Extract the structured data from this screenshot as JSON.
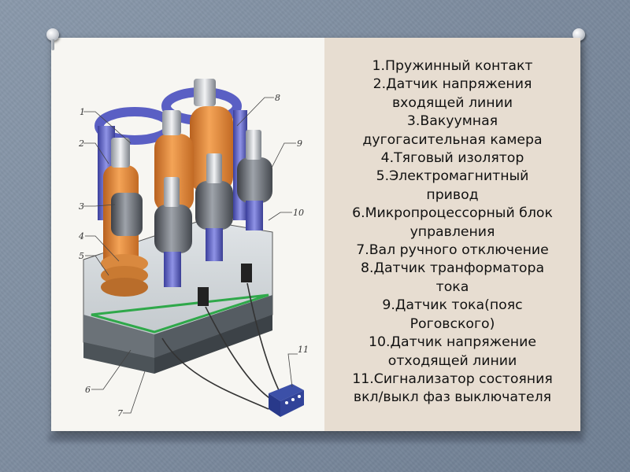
{
  "slide": {
    "legend": [
      "1.Пружинный контакт",
      "2.Датчик напряжения",
      "входящей линии",
      "3.Вакуумная",
      "дугогасительная камера",
      "4.Тяговый изолятор",
      "5.Электромагнитный",
      "привод",
      "6.Микропроцессорный блок",
      "управления",
      "7.Вал ручного отключение",
      "8.Датчик транформатора",
      "тока",
      "9.Датчик тока(пояс",
      "Роговского)",
      "10.Датчик напряжение",
      "отходящей линии",
      "11.Сигнализатор состояния",
      "вкл/выкл фаз выключателя"
    ],
    "callouts": [
      "1",
      "2",
      "3",
      "4",
      "5",
      "6",
      "7",
      "8",
      "9",
      "10",
      "11"
    ]
  },
  "colors": {
    "background": "#7f8ea1",
    "card": "#f7f6f2",
    "text_panel": "#e7ddd1",
    "orange_insulator": "#e08a38",
    "blue_coil": "#5a5fc4",
    "grey_cylinder": "#5d6168"
  }
}
